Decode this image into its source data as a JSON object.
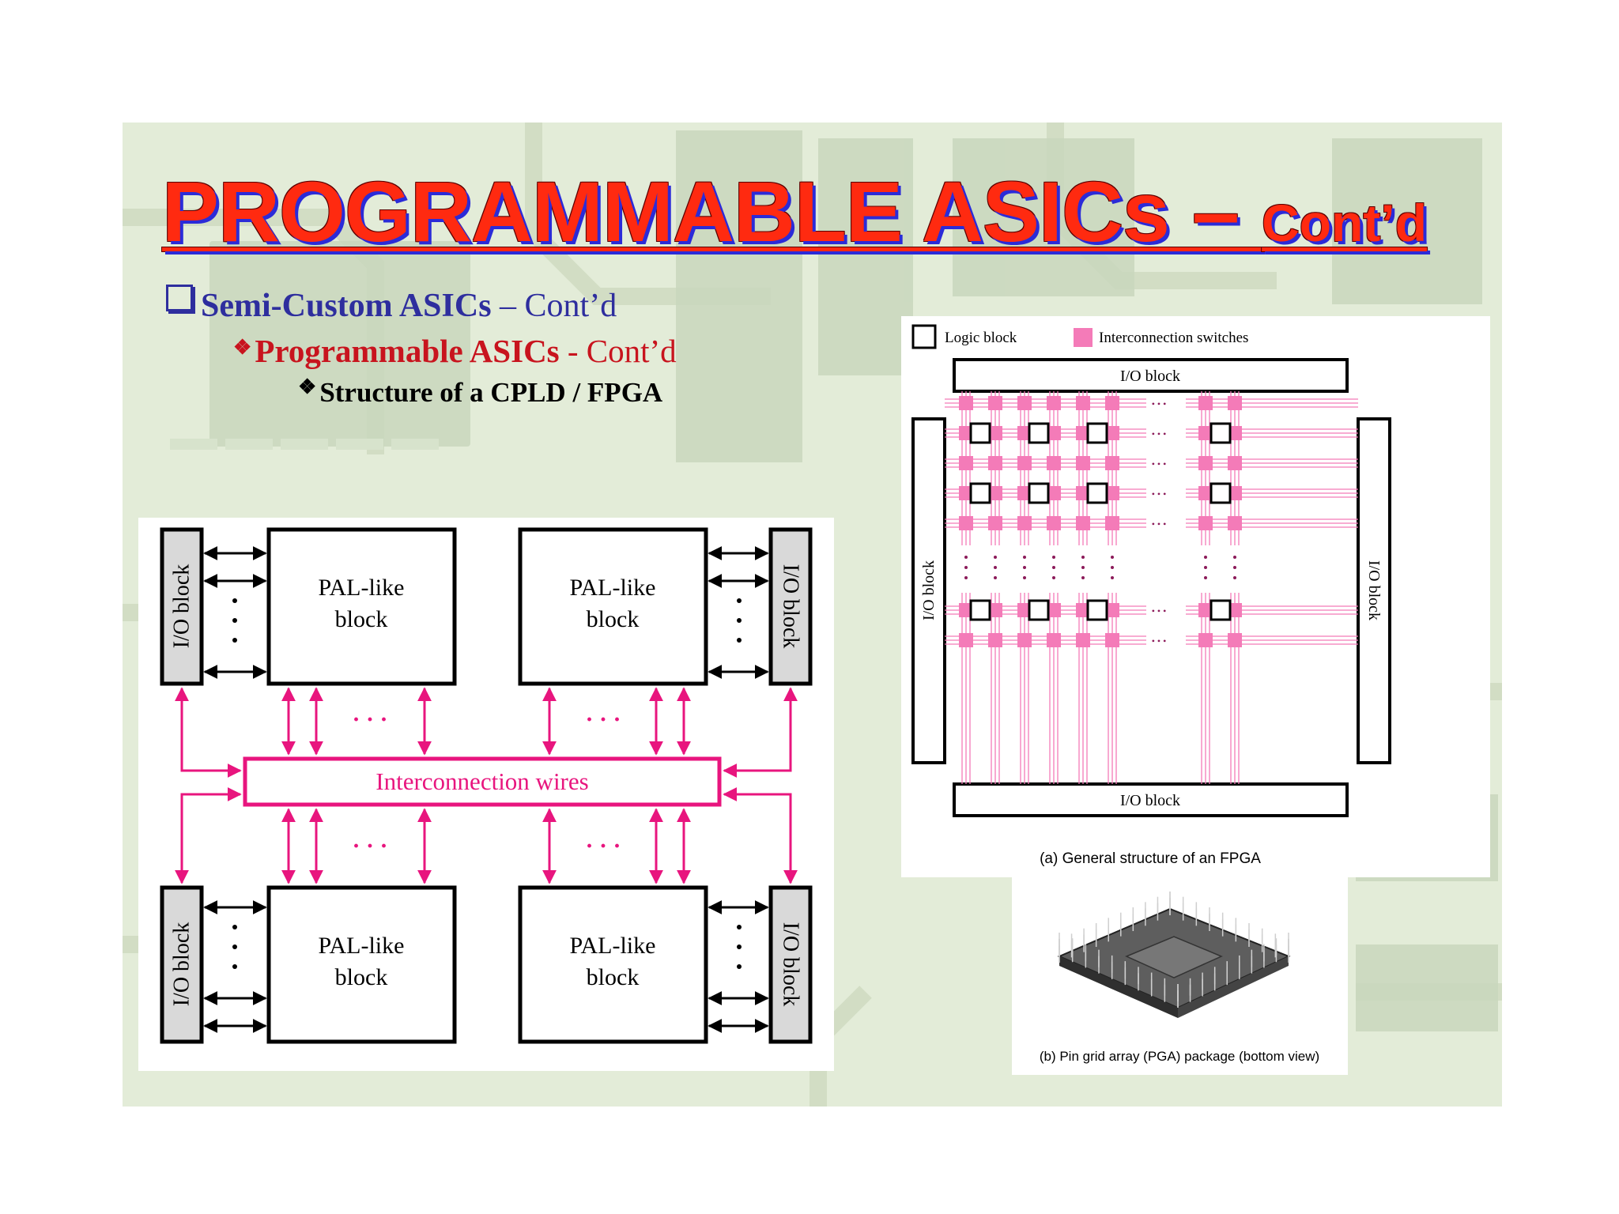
{
  "slide": {
    "title_main": "PROGRAMMABLE ASICs – ",
    "title_suffix": "Cont’d",
    "bullet1_main": "Semi-Custom ASICs",
    "bullet1_sub": " – Cont’d",
    "bullet2_main": "Programmable ASICs",
    "bullet2_sub": " -  Cont’d",
    "bullet3": "Structure of a CPLD / FPGA",
    "bullet_glyph": "❖"
  },
  "cpld_diagram": {
    "io_block_label": "I/O block",
    "pal_block_line1": "PAL-like",
    "pal_block_line2": "block",
    "interconnect_label": "Interconnection wires",
    "ellipsis": "· · ·",
    "interconnect_color": "#e8157e"
  },
  "fpga_diagram": {
    "legend_logic": "Logic block",
    "legend_switch": "Interconnection switches",
    "io_top": "I/O block",
    "io_bottom": "I/O block",
    "io_left": "I/O block",
    "io_right": "I/O block",
    "caption": "(a) General structure of an FPGA",
    "switch_color": "#f47bb8",
    "dots": "• • •"
  },
  "pga": {
    "caption": "(b) Pin grid array (PGA) package (bottom view)"
  },
  "colors": {
    "title_red": "#ff2a10",
    "title_shadow_blue": "#2b2bd8",
    "bullet_blue": "#2e2e9e",
    "bullet_red": "#c8141e"
  }
}
